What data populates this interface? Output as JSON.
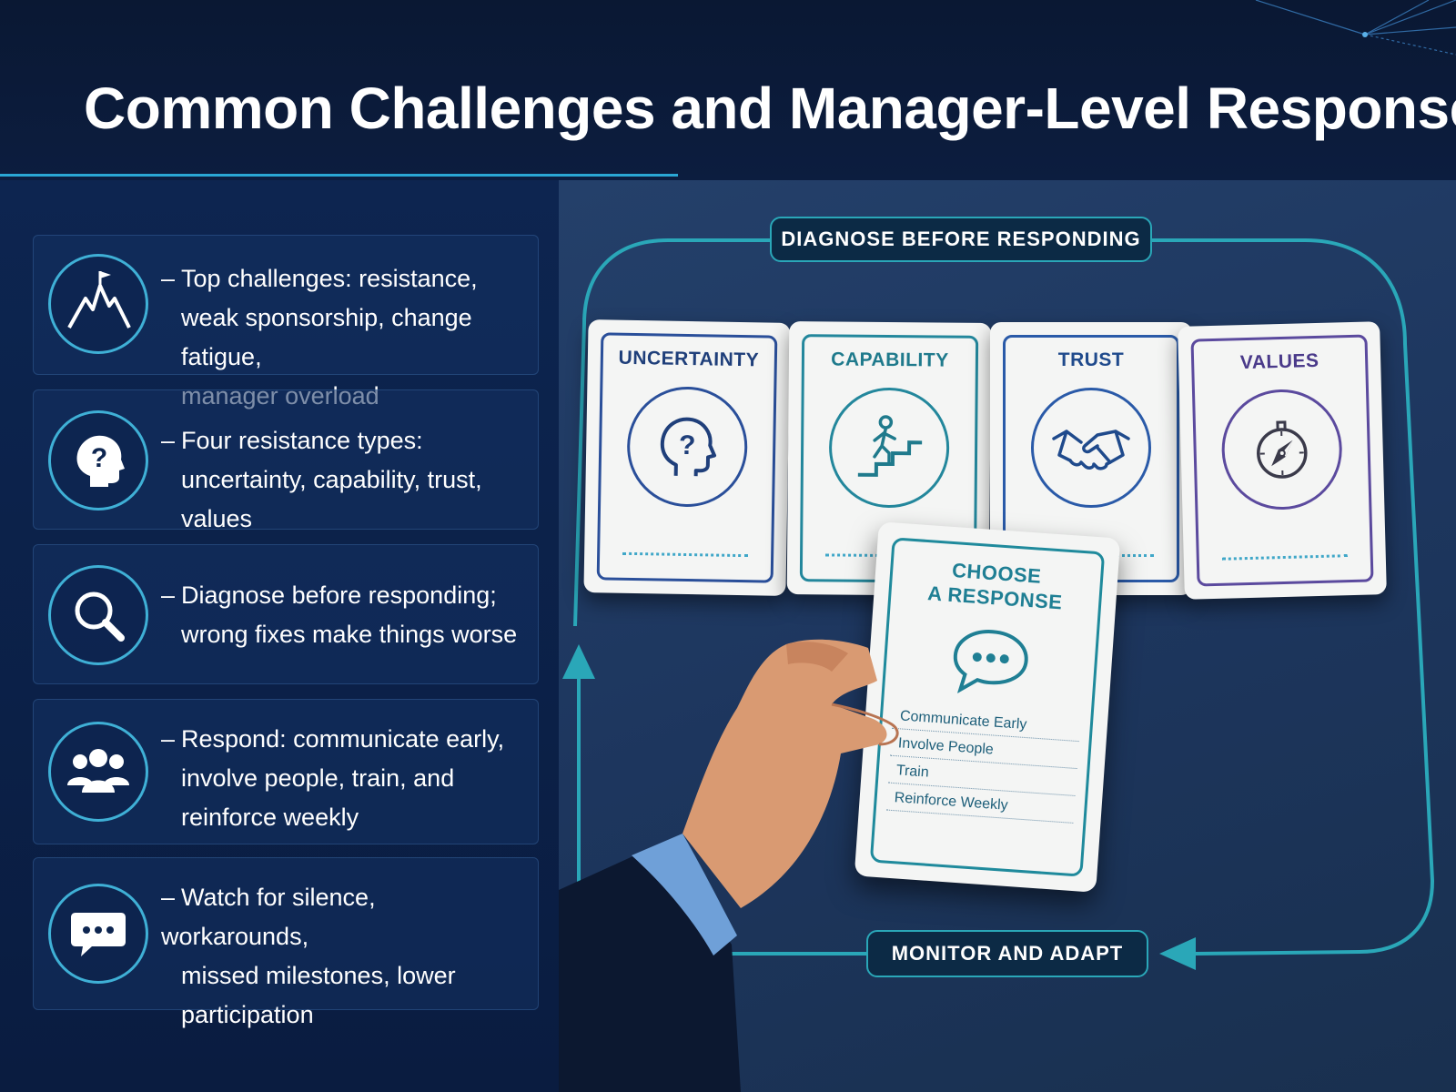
{
  "header": {
    "title": "Common Challenges and Manager-Level Responses"
  },
  "points": [
    {
      "icon": "mountain-flag-icon",
      "lines": [
        "Top challenges: resistance,",
        "weak sponsorship, change fatigue,",
        "manager overload"
      ]
    },
    {
      "icon": "head-question-icon",
      "lines": [
        "Four resistance types:",
        "uncertainty, capability, trust, values"
      ]
    },
    {
      "icon": "magnifier-icon",
      "lines": [
        "Diagnose before responding;",
        "wrong fixes make things worse"
      ]
    },
    {
      "icon": "people-group-icon",
      "lines": [
        "Respond: communicate early,",
        "involve people, train, and",
        "reinforce weekly"
      ]
    },
    {
      "icon": "speech-bubble-icon",
      "lines": [
        "Watch for silence, workarounds,",
        "missed milestones, lower",
        "participation"
      ]
    }
  ],
  "scene": {
    "top_label": "DIAGNOSE BEFORE RESPONDING",
    "bottom_label": "MONITOR AND ADAPT",
    "cards": [
      {
        "label": "UNCERTAINTY",
        "icon": "head-question-icon",
        "color": "#2a4f9a"
      },
      {
        "label": "CAPABILITY",
        "icon": "stairs-climber-icon",
        "color": "#23879c"
      },
      {
        "label": "TRUST",
        "icon": "handshake-icon",
        "color": "#2a5aa8"
      },
      {
        "label": "VALUES",
        "icon": "compass-icon",
        "color": "#5b4a9e"
      }
    ],
    "response_card": {
      "title_line1": "CHOOSE",
      "title_line2": "A RESPONSE",
      "icon": "chat-bubble-icon",
      "options": [
        "Communicate Early",
        "Involve People",
        "Train",
        "Reinforce Weekly"
      ]
    }
  },
  "colors": {
    "accent": "#2aa7d4",
    "teal": "#2aa7b8",
    "background": "#0b1c3d"
  }
}
